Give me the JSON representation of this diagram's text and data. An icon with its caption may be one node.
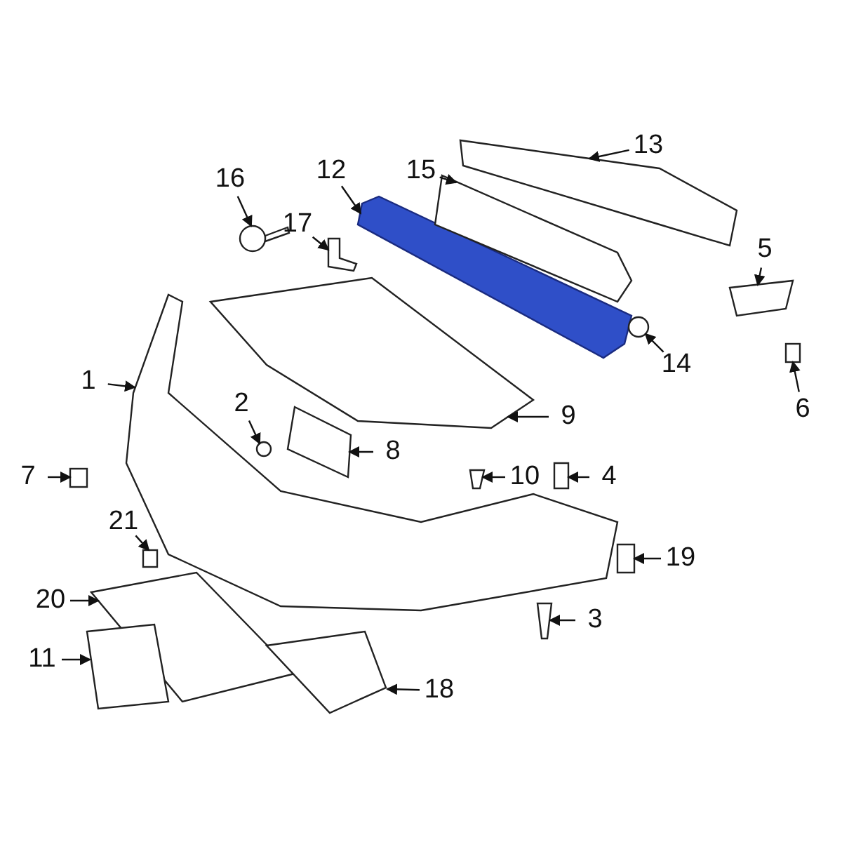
{
  "diagram": {
    "nodes": [
      {
        "text": [
          "12"
        ]
      },
      {
        "text": [
          "15"
        ]
      },
      {
        "text": [
          "13"
        ]
      },
      {
        "text": [
          "16"
        ]
      },
      {
        "text": [
          "17"
        ]
      },
      {
        "text": [
          "5"
        ]
      },
      {
        "text": [
          "1"
        ]
      },
      {
        "text": [
          "14"
        ]
      },
      {
        "text": [
          "6"
        ]
      },
      {
        "text": [
          "2"
        ]
      },
      {
        "text": [
          "9"
        ]
      },
      {
        "text": [
          "8"
        ]
      },
      {
        "text": [
          "10"
        ]
      },
      {
        "text": [
          "4"
        ]
      },
      {
        "text": [
          "7"
        ]
      },
      {
        "text": [
          "21"
        ]
      },
      {
        "text": [
          "19"
        ]
      },
      {
        "text": [
          "20"
        ]
      },
      {
        "text": [
          "3"
        ]
      },
      {
        "text": [
          "11"
        ]
      },
      {
        "text": [
          "18"
        ]
      },
      {
        "text": [],
        "shape": "picture"
      },
      {
        "text": [],
        "shape": "picture"
      },
      {
        "text": [],
        "shape": "picture"
      },
      {
        "text": [],
        "shape": "picture"
      },
      {
        "text": [],
        "shape": "picture"
      },
      {
        "text": [],
        "shape": "picture"
      },
      {
        "text": [],
        "shape": "picture"
      },
      {
        "text": [],
        "shape": "circle"
      },
      {
        "text": [],
        "shape": "box"
      },
      {
        "text": [],
        "shape": "circle"
      },
      {
        "text": [],
        "shape": "picture"
      },
      {
        "text": [],
        "shape": "picture"
      },
      {
        "text": [],
        "shape": "picture"
      },
      {
        "text": [],
        "shape": "picture"
      },
      {
        "text": [],
        "shape": "box"
      },
      {
        "text": [],
        "shape": "box"
      },
      {
        "text": [],
        "shape": "picture"
      },
      {
        "text": [],
        "shape": "picture"
      },
      {
        "text": [],
        "shape": "picture"
      },
      {
        "text": [],
        "shape": "picture"
      },
      {
        "text": [],
        "shape": "picture"
      }
    ],
    "edges": [
      {
        "from": 0,
        "to": 21,
        "arrow": "to"
      },
      {
        "from": 1,
        "to": 22,
        "arrow": "to"
      },
      {
        "from": 2,
        "to": 23,
        "arrow": "to"
      },
      {
        "from": 3,
        "to": 24,
        "arrow": "to"
      },
      {
        "from": 4,
        "to": 25,
        "arrow": "to"
      },
      {
        "from": 5,
        "to": 26,
        "arrow": "to"
      },
      {
        "from": 6,
        "to": 27,
        "arrow": "to"
      },
      {
        "from": 7,
        "to": 28,
        "arrow": "to"
      },
      {
        "from": 8,
        "to": 29,
        "arrow": "to"
      },
      {
        "from": 9,
        "to": 30,
        "arrow": "to"
      },
      {
        "from": 10,
        "to": 31,
        "arrow": "to"
      },
      {
        "from": 11,
        "to": 32,
        "arrow": "to"
      },
      {
        "from": 12,
        "to": 33,
        "arrow": "to"
      },
      {
        "from": 13,
        "to": 34,
        "arrow": "to"
      },
      {
        "from": 14,
        "to": 35,
        "arrow": "to"
      },
      {
        "from": 15,
        "to": 36,
        "arrow": "to"
      },
      {
        "from": 16,
        "to": 37,
        "arrow": "to"
      },
      {
        "from": 17,
        "to": 38,
        "arrow": "to"
      },
      {
        "from": 18,
        "to": 39,
        "arrow": "to"
      },
      {
        "from": 19,
        "to": 40,
        "arrow": "to"
      },
      {
        "from": 20,
        "to": 41,
        "arrow": "to"
      }
    ]
  }
}
